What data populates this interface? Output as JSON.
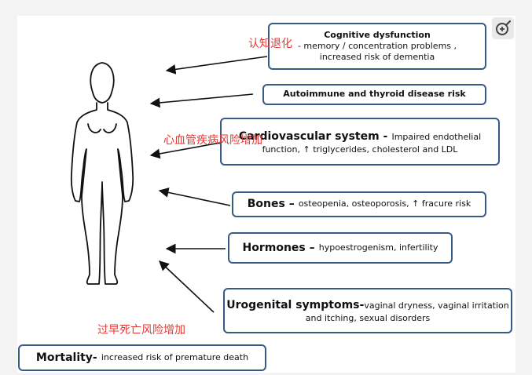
{
  "zoom_button": {
    "icon": "zoom-in-icon"
  },
  "boxes": {
    "cognitive": {
      "title": "Cognitive dysfunction",
      "line1": "- memory / concentration problems ,",
      "line2": "increased risk of dementia"
    },
    "autoimmune": {
      "title": "Autoimmune and thyroid disease risk"
    },
    "cardio": {
      "title": "Cardiovascular system -",
      "desc1": "Impaired endothelial",
      "desc2": "function, ↑ triglycerides, cholesterol and LDL"
    },
    "bones": {
      "title": "Bones –",
      "desc": "osteopenia, osteoporosis, ↑ fracure risk"
    },
    "hormones": {
      "title": "Hormones –",
      "desc": "hypoestrogenism, infertility"
    },
    "urogenital": {
      "title": "Urogenital symptoms-",
      "desc1": "vaginal dryness, vaginal irritation",
      "desc2": "and itching, sexual disorders"
    },
    "mortality": {
      "title": "Mortality-",
      "desc": "increased risk of premature death"
    }
  },
  "annotations": {
    "cognitive_zh": "认知退化",
    "cardio_zh": "心血管疾病风险增加",
    "mortality_zh": "过早死亡风险增加"
  },
  "colors": {
    "box_border": "#3a5a86",
    "annotation": "#e53935"
  }
}
